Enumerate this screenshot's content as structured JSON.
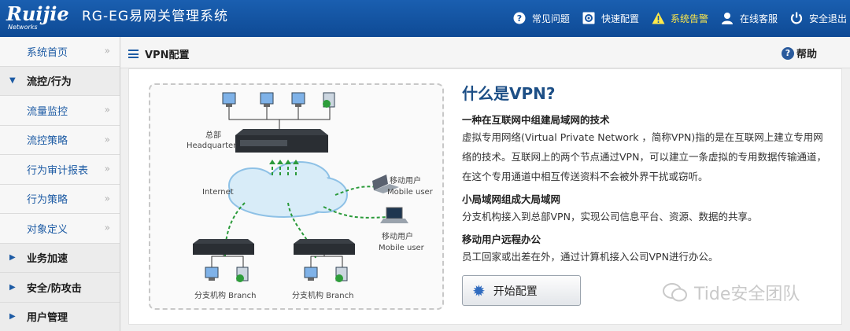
{
  "header": {
    "brand": "Ruijie",
    "brand_sub": "Networks",
    "title": "RG-EG易网关管理系统",
    "nav": [
      {
        "label": "常见问题",
        "icon": "help-circle-icon"
      },
      {
        "label": "快速配置",
        "icon": "gear-box-icon"
      },
      {
        "label": "系统告警",
        "icon": "warning-icon",
        "color": "#ffe94a"
      },
      {
        "label": "在线客服",
        "icon": "user-icon"
      },
      {
        "label": "安全退出",
        "icon": "power-icon"
      }
    ]
  },
  "sidebar": {
    "items": [
      {
        "label": "系统首页"
      },
      {
        "label": "流控/行为"
      },
      {
        "label": "流量监控"
      },
      {
        "label": "流控策略"
      },
      {
        "label": "行为审计报表"
      },
      {
        "label": "行为策略"
      },
      {
        "label": "对象定义"
      },
      {
        "label": "业务加速"
      },
      {
        "label": "安全/防攻击"
      },
      {
        "label": "用户管理"
      }
    ],
    "chevron": "»"
  },
  "topbar": {
    "breadcrumb": "VPN配置",
    "help_label": "帮助"
  },
  "diagram": {
    "hq_label": "总部",
    "hq_label_en": "Headquarter",
    "internet": "Internet",
    "mobile_user_1": "移动用户",
    "mobile_user_1_en": "Mobile user",
    "mobile_user_2": "移动用户",
    "mobile_user_2_en": "Mobile user",
    "branch_1": "分支机构 Branch",
    "branch_2": "分支机构 Branch"
  },
  "info": {
    "title": "什么是VPN?",
    "sections": [
      {
        "heading": "一种在互联网中组建局域网的技术",
        "body": "虚拟专用网络(Virtual Private Network ，简称VPN)指的是在互联网上建立专用网络的技术。互联网上的两个节点通过VPN，可以建立一条虚拟的专用数据传输通道，在这个专用通道中相互传送资料不会被外界干扰或窃听。"
      },
      {
        "heading": "小局域网组成大局域网",
        "body": "分支机构接入到总部VPN，实现公司信息平台、资源、数据的共享。"
      },
      {
        "heading": "移动用户远程办公",
        "body": "员工回家或出差在外，通过计算机接入公司VPN进行办公。"
      }
    ],
    "start_button": "开始配置"
  },
  "watermark": "Tide安全团队",
  "colors": {
    "header_bg": "#1a5fb0",
    "title_blue": "#1d4f86",
    "link_blue": "#1d5ba4",
    "alert_yellow": "#ffe94a"
  }
}
